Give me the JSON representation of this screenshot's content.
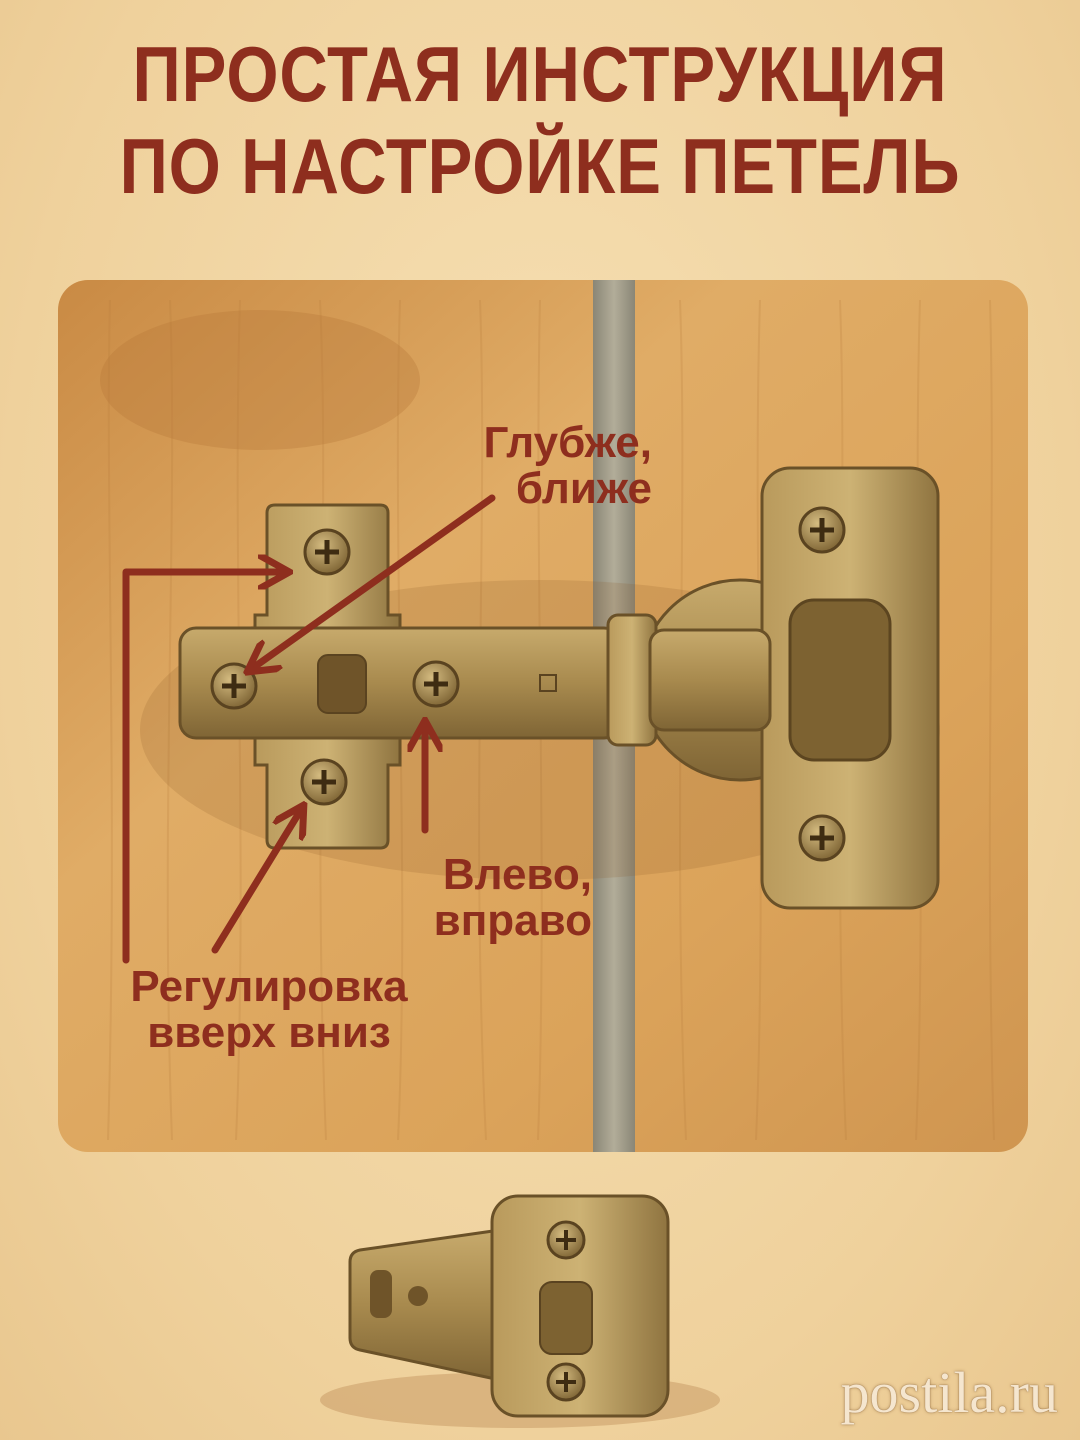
{
  "title": {
    "line1": "ПРОСТАЯ ИНСТРУКЦИЯ",
    "line2": "ПО НАСТРОЙКЕ ПЕТЕЛЬ"
  },
  "labels": {
    "deeper_closer": {
      "line1": "Глубже,",
      "line2": "ближе"
    },
    "left_right": {
      "line1": "Влево,",
      "line2": "вправо"
    },
    "up_down": {
      "line1": "Регулировка",
      "line2": "вверх вниз"
    }
  },
  "watermark": "postila.ru",
  "colors": {
    "accent": "#8e2e1e",
    "wood": "#d9a25c",
    "metal": "#a8894e",
    "background": "#f3d9a8"
  }
}
